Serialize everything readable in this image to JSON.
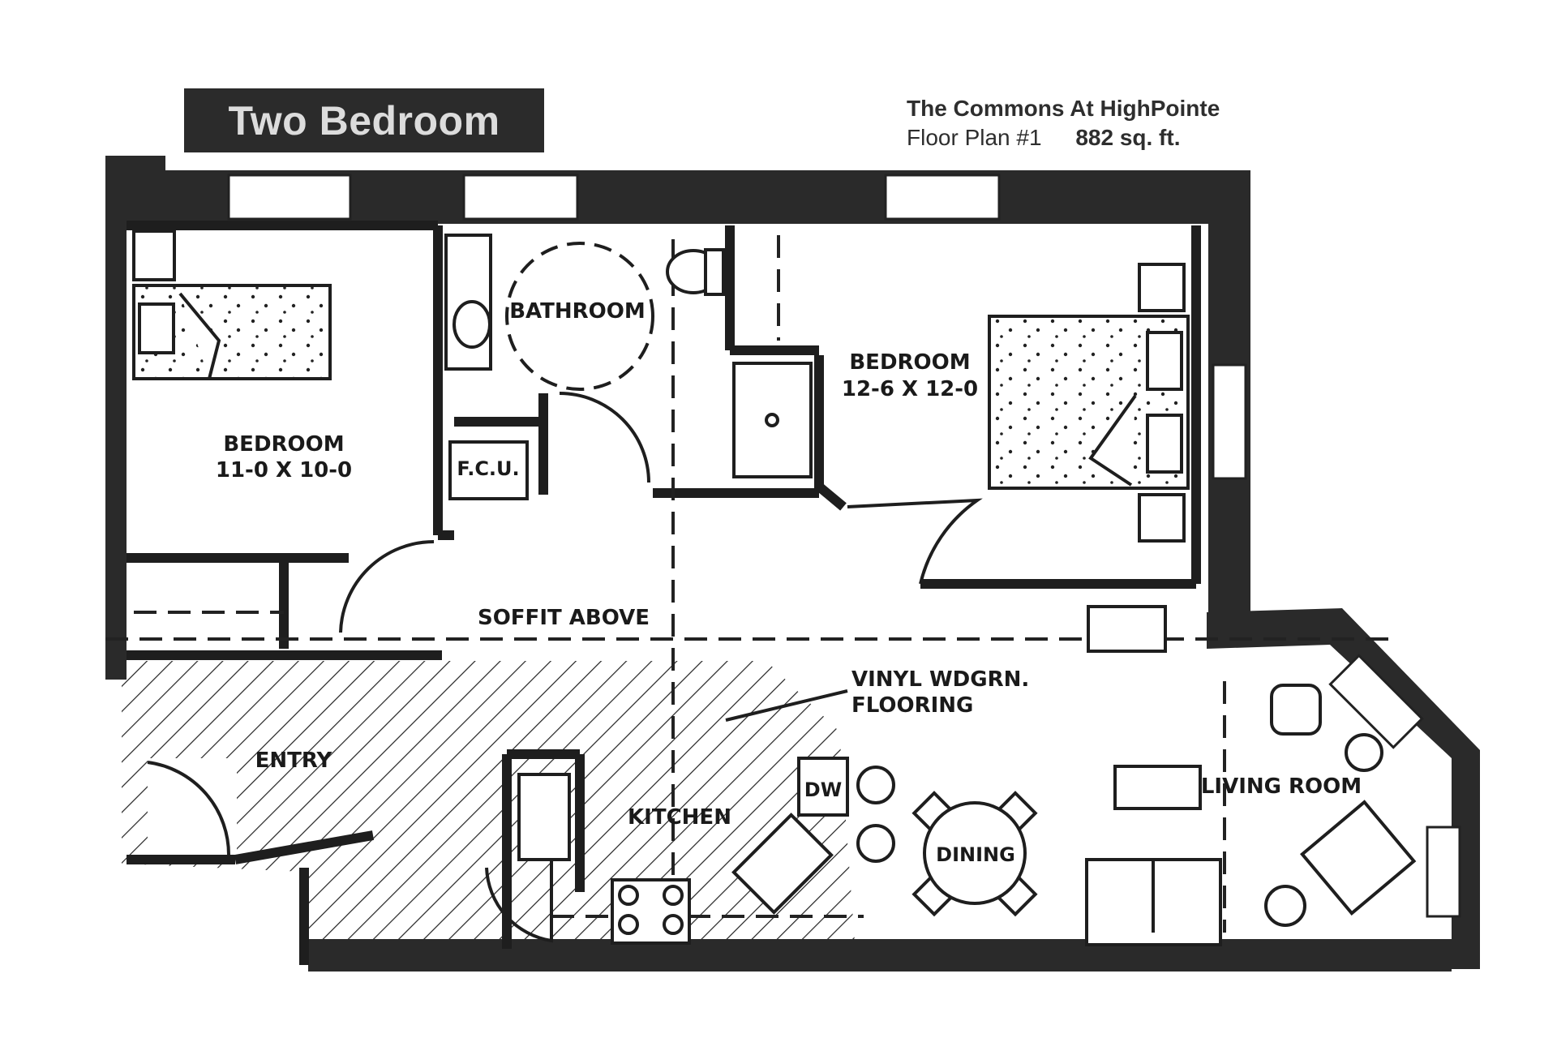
{
  "header": {
    "unit_type": "Two Bedroom",
    "community": "The Commons At HighPointe",
    "plan_number": "Floor Plan #1",
    "area": "882 sq. ft."
  },
  "rooms": {
    "bedroom_left": {
      "name": "BEDROOM",
      "size": "11-0 X 10-0"
    },
    "bathroom": {
      "name": "BATHROOM"
    },
    "fcu": {
      "name": "F.C.U."
    },
    "bedroom_right": {
      "name": "BEDROOM",
      "size": "12-6 X 12-0"
    },
    "soffit": {
      "name": "SOFFIT ABOVE"
    },
    "flooring": {
      "line1": "VINYL WDGRN.",
      "line2": "FLOORING"
    },
    "entry": {
      "name": "ENTRY"
    },
    "kitchen": {
      "name": "KITCHEN"
    },
    "dw": {
      "name": "DW"
    },
    "dining": {
      "name": "DINING"
    },
    "living": {
      "name": "LIVING ROOM"
    }
  },
  "colors": {
    "banner_bg": "#2b2b2b",
    "banner_text": "#dcdcdc",
    "ink": "#1a1a1a"
  }
}
